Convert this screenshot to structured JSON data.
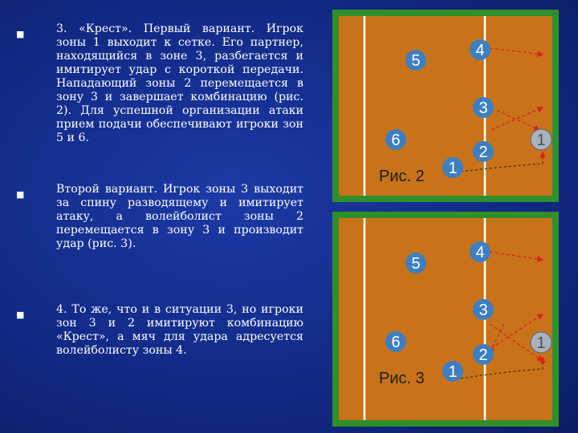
{
  "bullets": [
    {
      "marker": "■",
      "text": "3. «Крест». Первый вариант. Игрок зоны 1 выходит к сетке. Его партнер, находящийся в зоне 3, разбегается и имитирует удар с короткой передачи. Нападающий зоны 2 перемещается в зону 3 и завершает комбинацию (рис. 2). Для успешной организации атаки прием подачи обеспечивают игроки зон 5 и 6."
    },
    {
      "marker": "■",
      "text": "Второй вариант. Игрок зоны 3 выходит за спину разводящему и имитирует атаку, а волейболист зоны 2 перемещается в зону 3 и производит удар (рис. 3)."
    },
    {
      "marker": "■",
      "text": "4. То же, что и в ситуации 3, но игроки зон 3 и 2 имитируют комбинацию «Крест», а мяч для удара адресуется волейболисту зоны 4."
    }
  ],
  "figures": [
    {
      "caption": "Рис. 2",
      "players": [
        {
          "zone": "4",
          "label": "4"
        },
        {
          "zone": "5",
          "label": "5"
        },
        {
          "zone": "3",
          "label": "3"
        },
        {
          "zone": "6",
          "label": "6"
        },
        {
          "zone": "1",
          "label": "1"
        },
        {
          "zone": "2",
          "label": "2"
        },
        {
          "zone": "1-origin",
          "label": "1"
        }
      ]
    },
    {
      "caption": "Рис. 3",
      "players": [
        {
          "zone": "5",
          "label": "5"
        },
        {
          "zone": "4",
          "label": "4"
        },
        {
          "zone": "3",
          "label": "3"
        },
        {
          "zone": "6",
          "label": "6"
        },
        {
          "zone": "1-origin",
          "label": "1"
        },
        {
          "zone": "2",
          "label": "2"
        },
        {
          "zone": "1",
          "label": "1"
        }
      ]
    }
  ],
  "colors": {
    "background": "#122a86",
    "court": "#c8731a",
    "court_border": "#2f8f2a",
    "player_circle": "#3d7fc0",
    "origin_circle": "#a9b2bd",
    "arrow": "#d9231e",
    "net_line": "#ffffff"
  }
}
